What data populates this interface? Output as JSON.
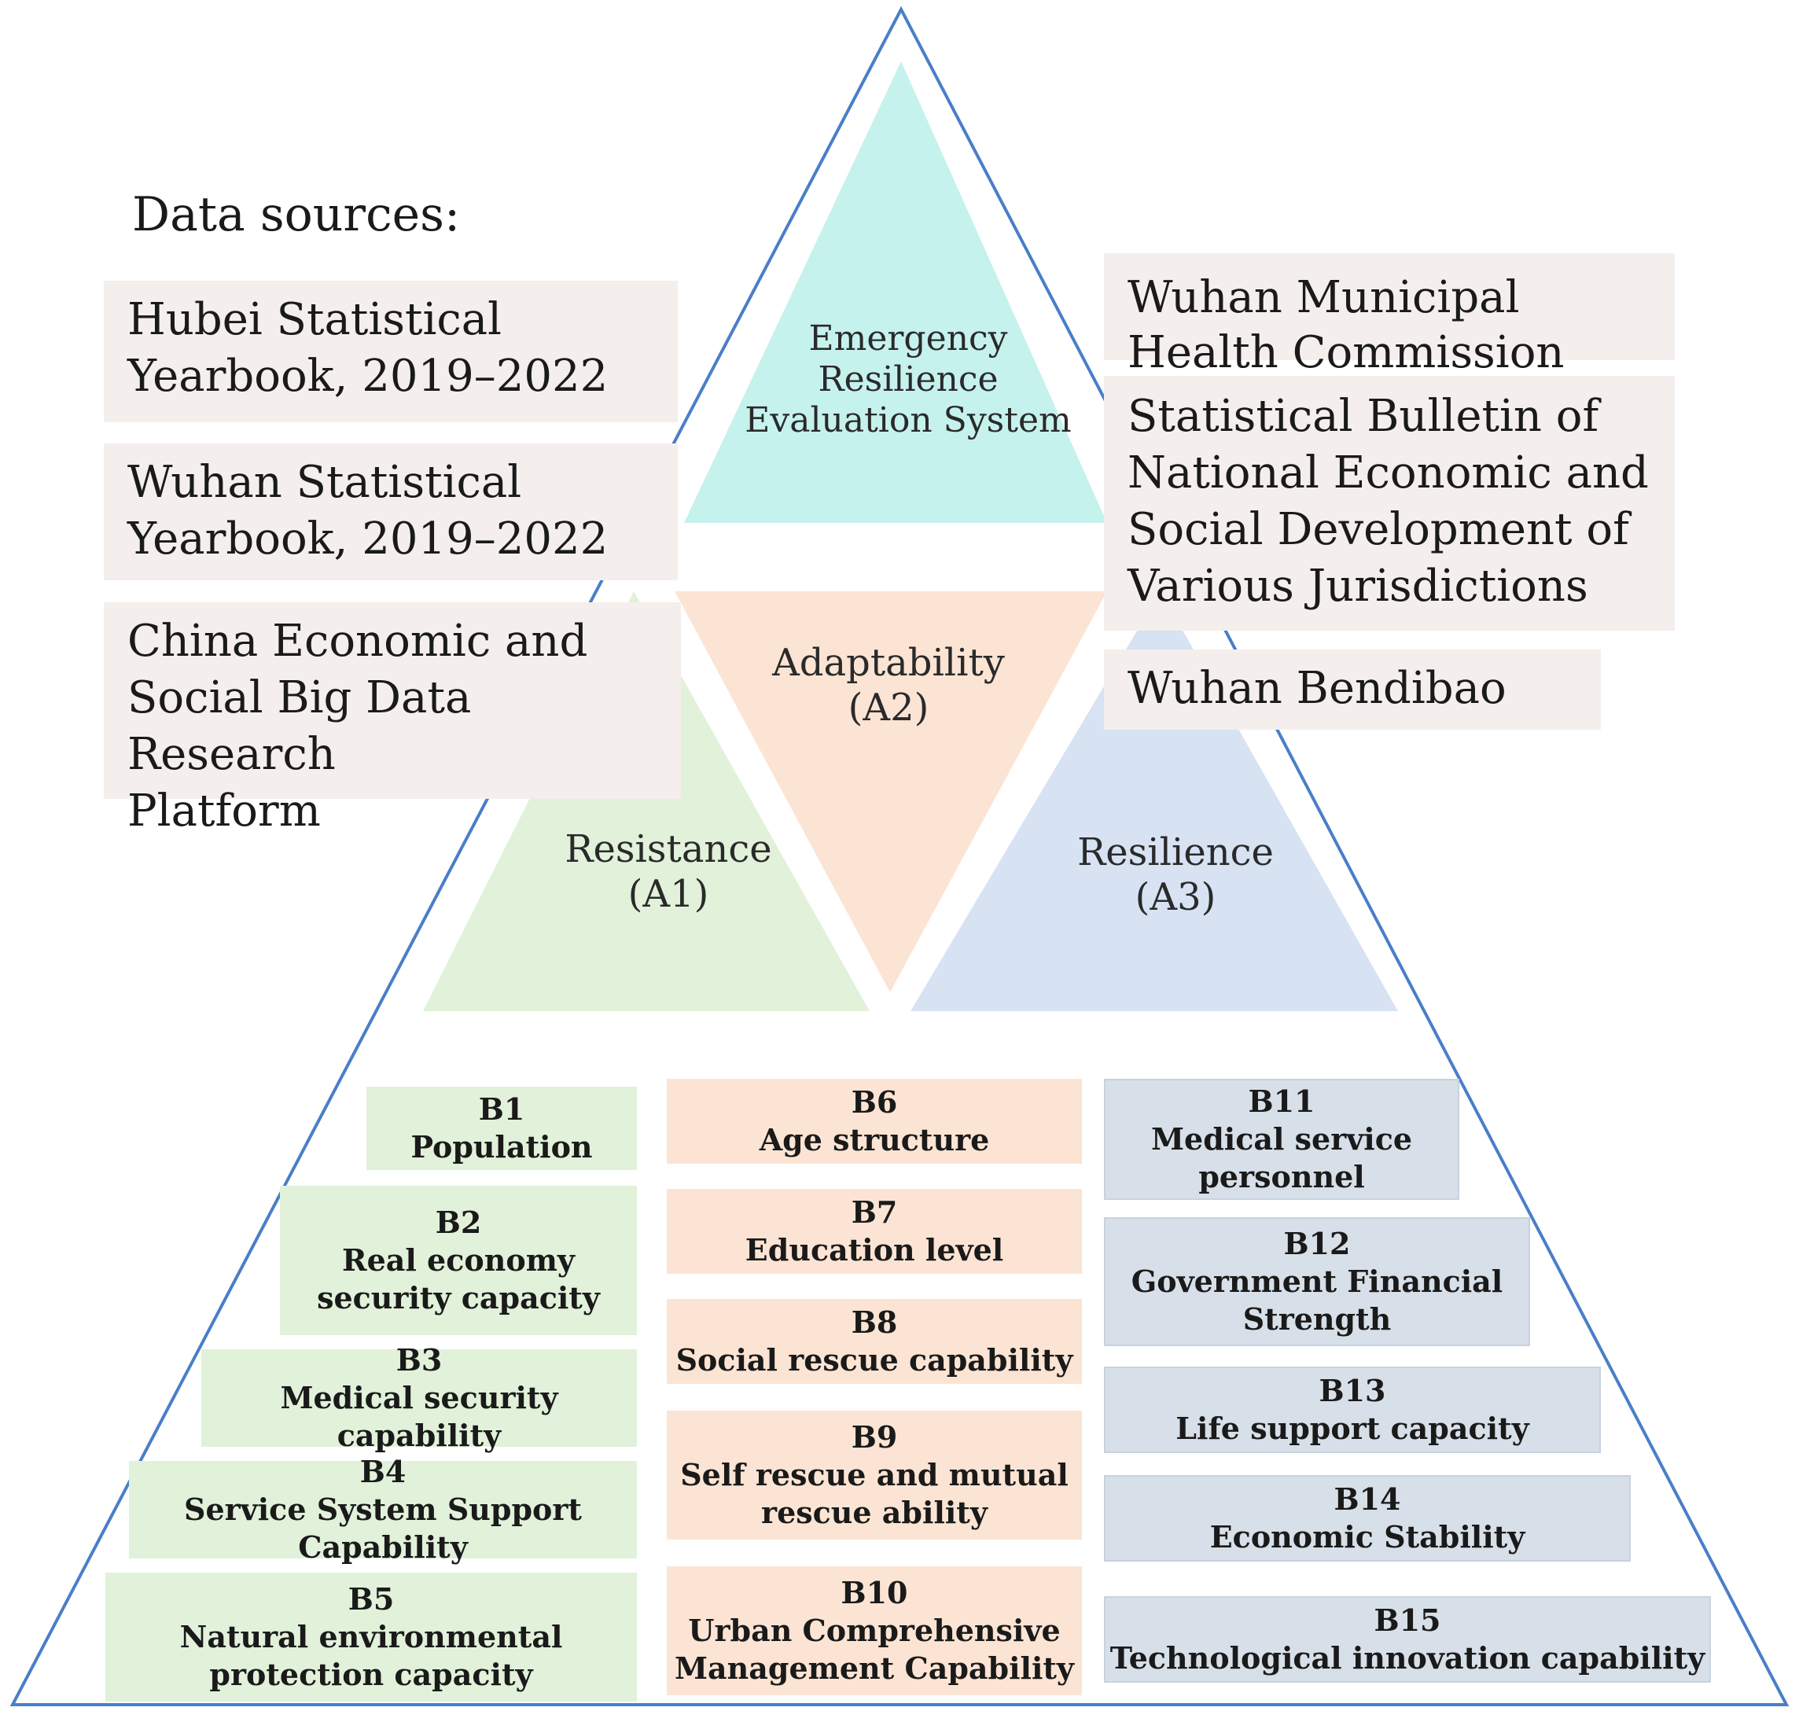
{
  "colors": {
    "outline": "#4a7ec8",
    "top": "#c6f2ee",
    "resistance": "#e1f1da",
    "adaptability": "#fce4d4",
    "resilience": "#d7e2f3",
    "source_box": "#f4efed",
    "box_blue": "#d7dfe8"
  },
  "core": {
    "system_lines": [
      "Emergency",
      "Resilience",
      "Evaluation System"
    ],
    "resistance": [
      "Resistance",
      "(A1)"
    ],
    "adaptability": [
      "Adaptability",
      "(A2)"
    ],
    "resilience": [
      "Resilience",
      "(A3)"
    ]
  },
  "sources": {
    "title": "Data sources:",
    "hubei": [
      "Hubei Statistical",
      "Yearbook, 2019–2022"
    ],
    "wuhan_yearbook": [
      "Wuhan Statistical",
      "Yearbook, 2019–2022"
    ],
    "china_platform": [
      "China Economic and",
      "Social Big Data Research",
      "Platform"
    ],
    "health_commission": [
      "Wuhan Municipal",
      "Health Commission"
    ],
    "bulletin": [
      "Statistical Bulletin of",
      "National Economic and",
      "Social Development of",
      "Various Jurisdictions"
    ],
    "bendibao": [
      "Wuhan Bendibao"
    ]
  },
  "indicators": {
    "b1": [
      "B1",
      "Population"
    ],
    "b2": [
      "B2",
      "Real economy",
      "security capacity"
    ],
    "b3": [
      "B3",
      "Medical security",
      "capability"
    ],
    "b4": [
      "B4",
      "Service System Support",
      "Capability"
    ],
    "b5": [
      "B5",
      "Natural environmental",
      "protection capacity"
    ],
    "b6": [
      "B6",
      "Age structure"
    ],
    "b7": [
      "B7",
      "Education level"
    ],
    "b8": [
      "B8",
      "Social rescue capability"
    ],
    "b9": [
      "B9",
      "Self rescue and mutual",
      "rescue ability"
    ],
    "b10": [
      "B10",
      "Urban Comprehensive",
      "Management Capability"
    ],
    "b11": [
      "B11",
      "Medical service",
      "personnel"
    ],
    "b12": [
      "B12",
      "Government Financial",
      "Strength"
    ],
    "b13": [
      "B13",
      "Life support capacity"
    ],
    "b14": [
      "B14",
      "Economic Stability"
    ],
    "b15": [
      "B15",
      "Technological innovation capability"
    ]
  }
}
